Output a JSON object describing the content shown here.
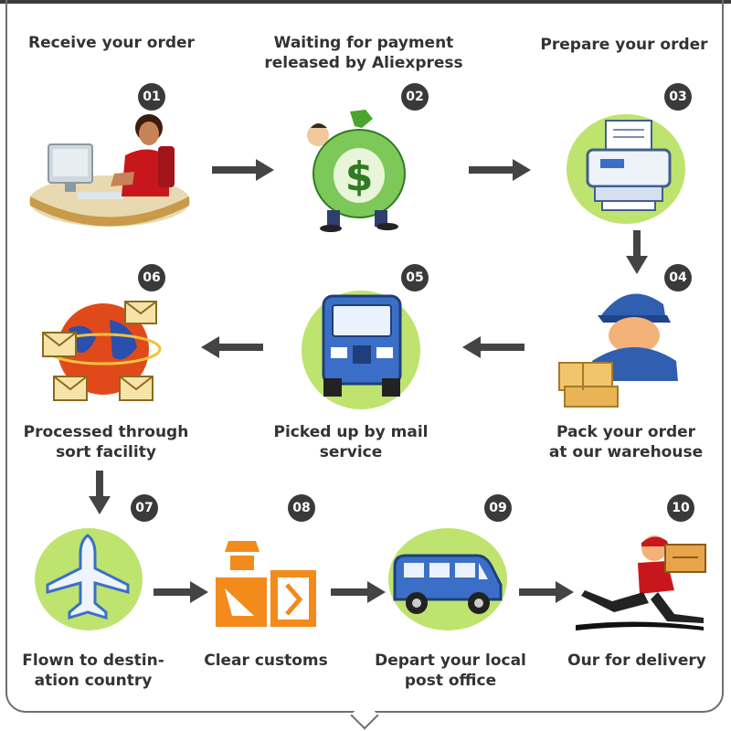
{
  "steps": [
    {
      "num": "01",
      "label": "Receive your order",
      "icon": "customer-service-agent-icon"
    },
    {
      "num": "02",
      "label": "Waiting for payment\nreleased by Aliexpress",
      "icon": "money-bag-icon"
    },
    {
      "num": "03",
      "label": "Prepare your order",
      "icon": "printer-icon"
    },
    {
      "num": "04",
      "label": "Pack your order\nat our warehouse",
      "icon": "warehouse-worker-icon"
    },
    {
      "num": "05",
      "label": "Picked up by mail\nservice",
      "icon": "mail-truck-icon"
    },
    {
      "num": "06",
      "label": "Processed through\nsort facility",
      "icon": "globe-mail-icon"
    },
    {
      "num": "07",
      "label": "Flown to destin-\nation country",
      "icon": "airplane-icon"
    },
    {
      "num": "08",
      "label": "Clear customs",
      "icon": "customs-officer-icon"
    },
    {
      "num": "09",
      "label": "Depart your local\npost office",
      "icon": "van-icon"
    },
    {
      "num": "10",
      "label": "Our for delivery",
      "icon": "delivery-courier-icon"
    }
  ],
  "colors": {
    "text": "#333333",
    "badge": "#3a3a3a",
    "arrow": "#444444",
    "blob": "#bfe36f",
    "accent_blue": "#3b6fc7",
    "accent_orange": "#f28a1c"
  }
}
